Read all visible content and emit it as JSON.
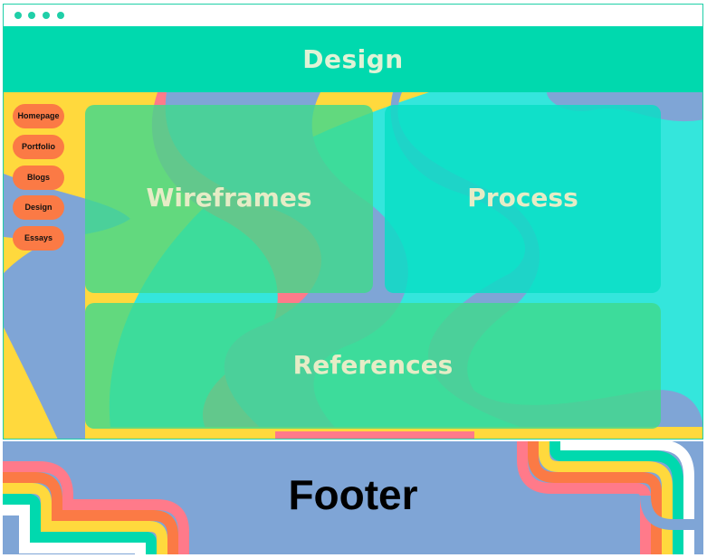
{
  "header": {
    "title": "Design"
  },
  "nav": {
    "items": [
      "Homepage",
      "Portfolio",
      "Blogs",
      "Design",
      "Essays"
    ]
  },
  "cards": {
    "wireframes": "Wireframes",
    "process": "Process",
    "references": "References"
  },
  "footer": {
    "label": "Footer"
  },
  "colors": {
    "header": "#00d9ae",
    "nav_button": "#fb7a45",
    "content_bg": "#34e6dc",
    "footer_bg": "#7fa5d6"
  }
}
